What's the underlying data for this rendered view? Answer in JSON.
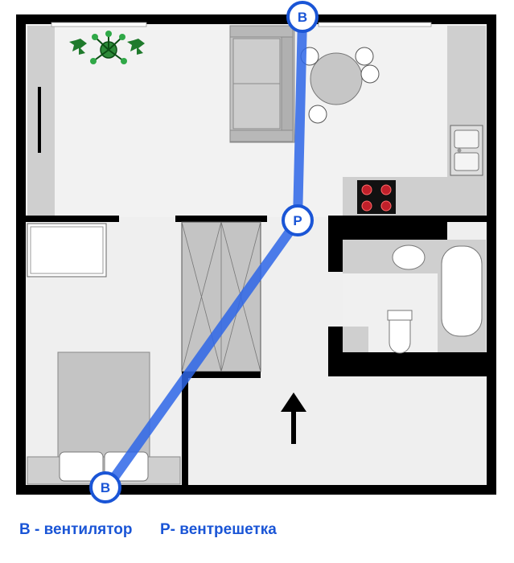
{
  "markers": {
    "fan_top": "В",
    "grille": "Р",
    "fan_bottom": "В"
  },
  "legend": {
    "fan": "В - вентилятор",
    "grille": "Р- вентрешетка"
  },
  "colors": {
    "duct": "#2e66e8",
    "badge_ring": "#1a55d6",
    "wall": "#000000",
    "floor": "#efefef",
    "furniture": "#c8c8c8"
  },
  "icons": {
    "arrow": "up-arrow-icon",
    "plant": "plant-icon",
    "chandelier": "chandelier-icon"
  }
}
